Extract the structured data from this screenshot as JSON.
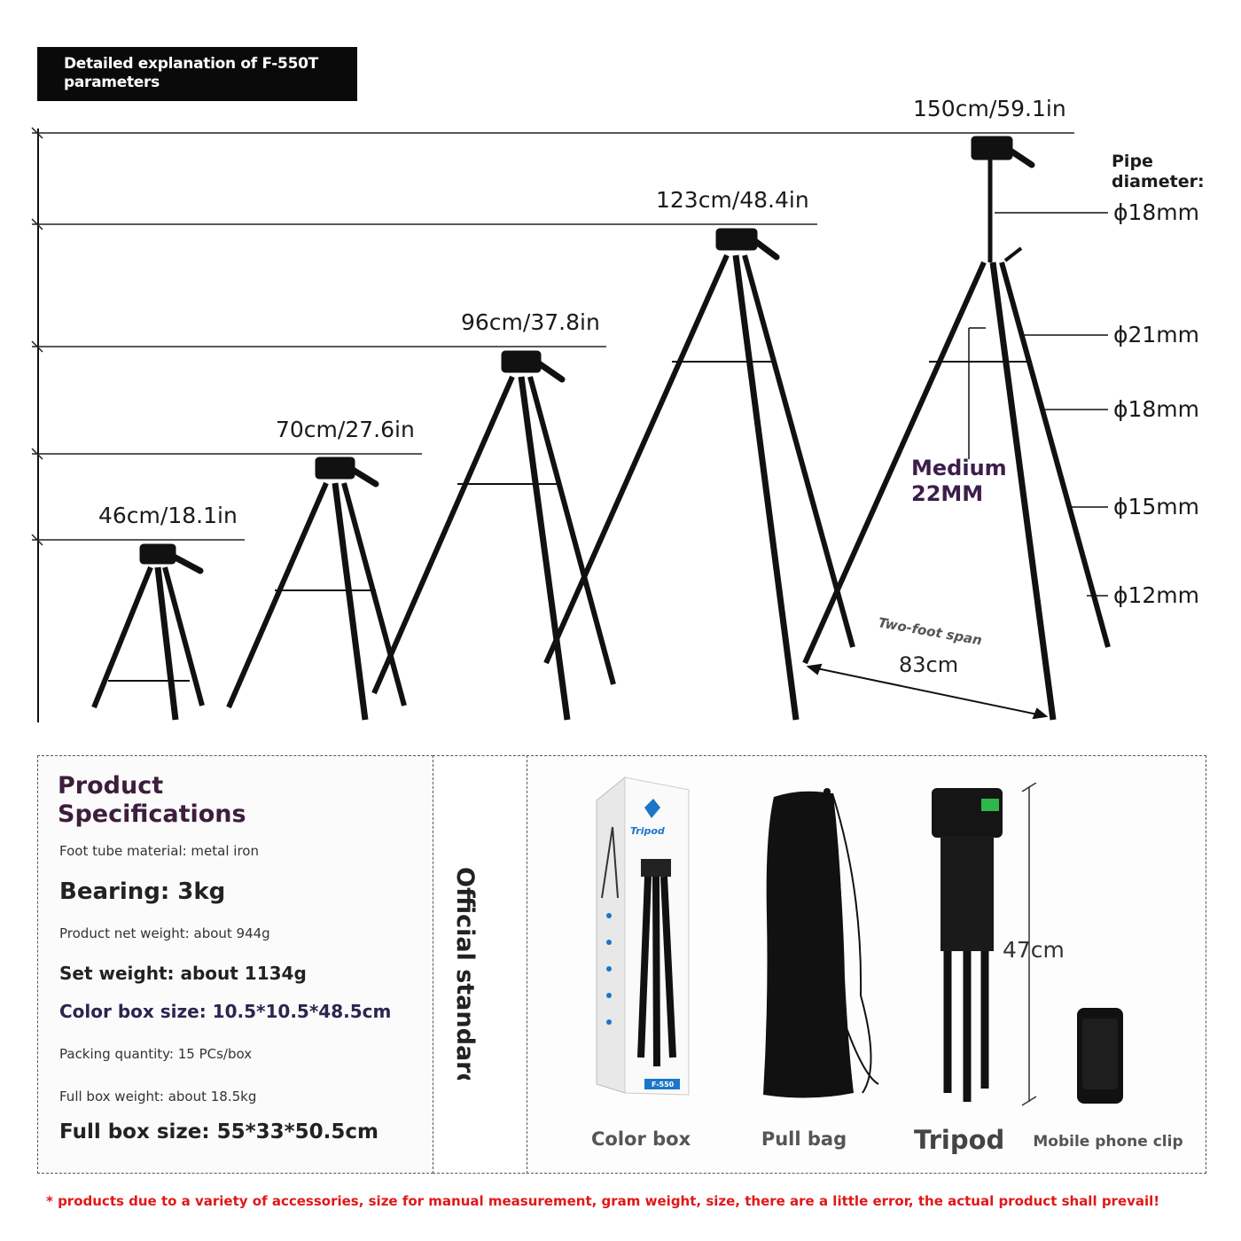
{
  "header": {
    "title": "Detailed explanation of F-550T parameters"
  },
  "heights": [
    {
      "label": "150cm/59.1in"
    },
    {
      "label": "123cm/48.4in"
    },
    {
      "label": "96cm/37.8in"
    },
    {
      "label": "70cm/27.6in"
    },
    {
      "label": "46cm/18.1in"
    }
  ],
  "pipe": {
    "title": "Pipe diameter:",
    "sizes": [
      "ϕ18mm",
      "ϕ21mm",
      "ϕ18mm",
      "ϕ15mm",
      "ϕ12mm"
    ],
    "medium_line1": "Medium",
    "medium_line2": "22MM",
    "span_label": "Two-foot span",
    "span_value": "83cm"
  },
  "specs": {
    "title_line1": "Product",
    "title_line2": "Specifications",
    "material": "Foot tube material: metal iron",
    "bearing": "Bearing: 3kg",
    "net_weight": "Product net weight: about 944g",
    "set_weight": "Set weight: about 1134g",
    "color_box_size": "Color box size: 10.5*10.5*48.5cm",
    "packing_qty": "Packing quantity: 15 PCs/box",
    "full_box_weight": "Full box weight: about 18.5kg",
    "full_box_size": "Full box size: 55*33*50.5cm"
  },
  "official": "Official standard",
  "products": {
    "color_box": "Color box",
    "box_brand": "Tripod",
    "box_model": "F-550",
    "pull_bag": "Pull bag",
    "tripod": "Tripod",
    "tripod_height": "47cm",
    "phone_clip": "Mobile phone clip"
  },
  "disclaimer": "* products due to a variety of accessories, size for manual measurement, gram weight, size, there are a little error, the actual product shall prevail!"
}
